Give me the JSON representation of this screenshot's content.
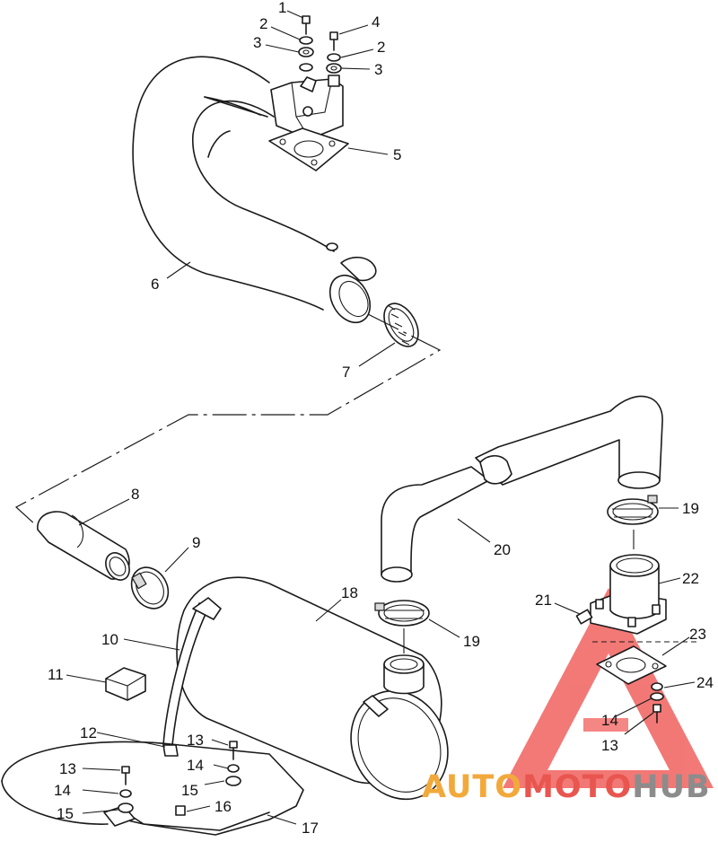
{
  "diagram": {
    "callouts": [
      {
        "id": "c1",
        "label": "1"
      },
      {
        "id": "c2a",
        "label": "2"
      },
      {
        "id": "c3a",
        "label": "3"
      },
      {
        "id": "c4",
        "label": "4"
      },
      {
        "id": "c2b",
        "label": "2"
      },
      {
        "id": "c3b",
        "label": "3"
      },
      {
        "id": "c5",
        "label": "5"
      },
      {
        "id": "c6",
        "label": "6"
      },
      {
        "id": "c7",
        "label": "7"
      },
      {
        "id": "c8",
        "label": "8"
      },
      {
        "id": "c9",
        "label": "9"
      },
      {
        "id": "c10",
        "label": "10"
      },
      {
        "id": "c11",
        "label": "11"
      },
      {
        "id": "c12",
        "label": "12"
      },
      {
        "id": "c13a",
        "label": "13"
      },
      {
        "id": "c14a",
        "label": "14"
      },
      {
        "id": "c15a",
        "label": "15"
      },
      {
        "id": "c13b",
        "label": "13"
      },
      {
        "id": "c14b",
        "label": "14"
      },
      {
        "id": "c15b",
        "label": "15"
      },
      {
        "id": "c16",
        "label": "16"
      },
      {
        "id": "c17",
        "label": "17"
      },
      {
        "id": "c18",
        "label": "18"
      },
      {
        "id": "c19a",
        "label": "19"
      },
      {
        "id": "c19b",
        "label": "19"
      },
      {
        "id": "c20",
        "label": "20"
      },
      {
        "id": "c21",
        "label": "21"
      },
      {
        "id": "c22",
        "label": "22"
      },
      {
        "id": "c23",
        "label": "23"
      },
      {
        "id": "c24",
        "label": "24"
      },
      {
        "id": "c14c",
        "label": "14"
      },
      {
        "id": "c13c",
        "label": "13"
      }
    ]
  },
  "watermark": {
    "part1": "AUTO",
    "part2": "MOTO",
    "part3": "HUB",
    "colors": {
      "orange": "#f2a93b",
      "red": "#e8564f",
      "gray": "#8c8c8c",
      "triangle": "#ef5350"
    }
  }
}
